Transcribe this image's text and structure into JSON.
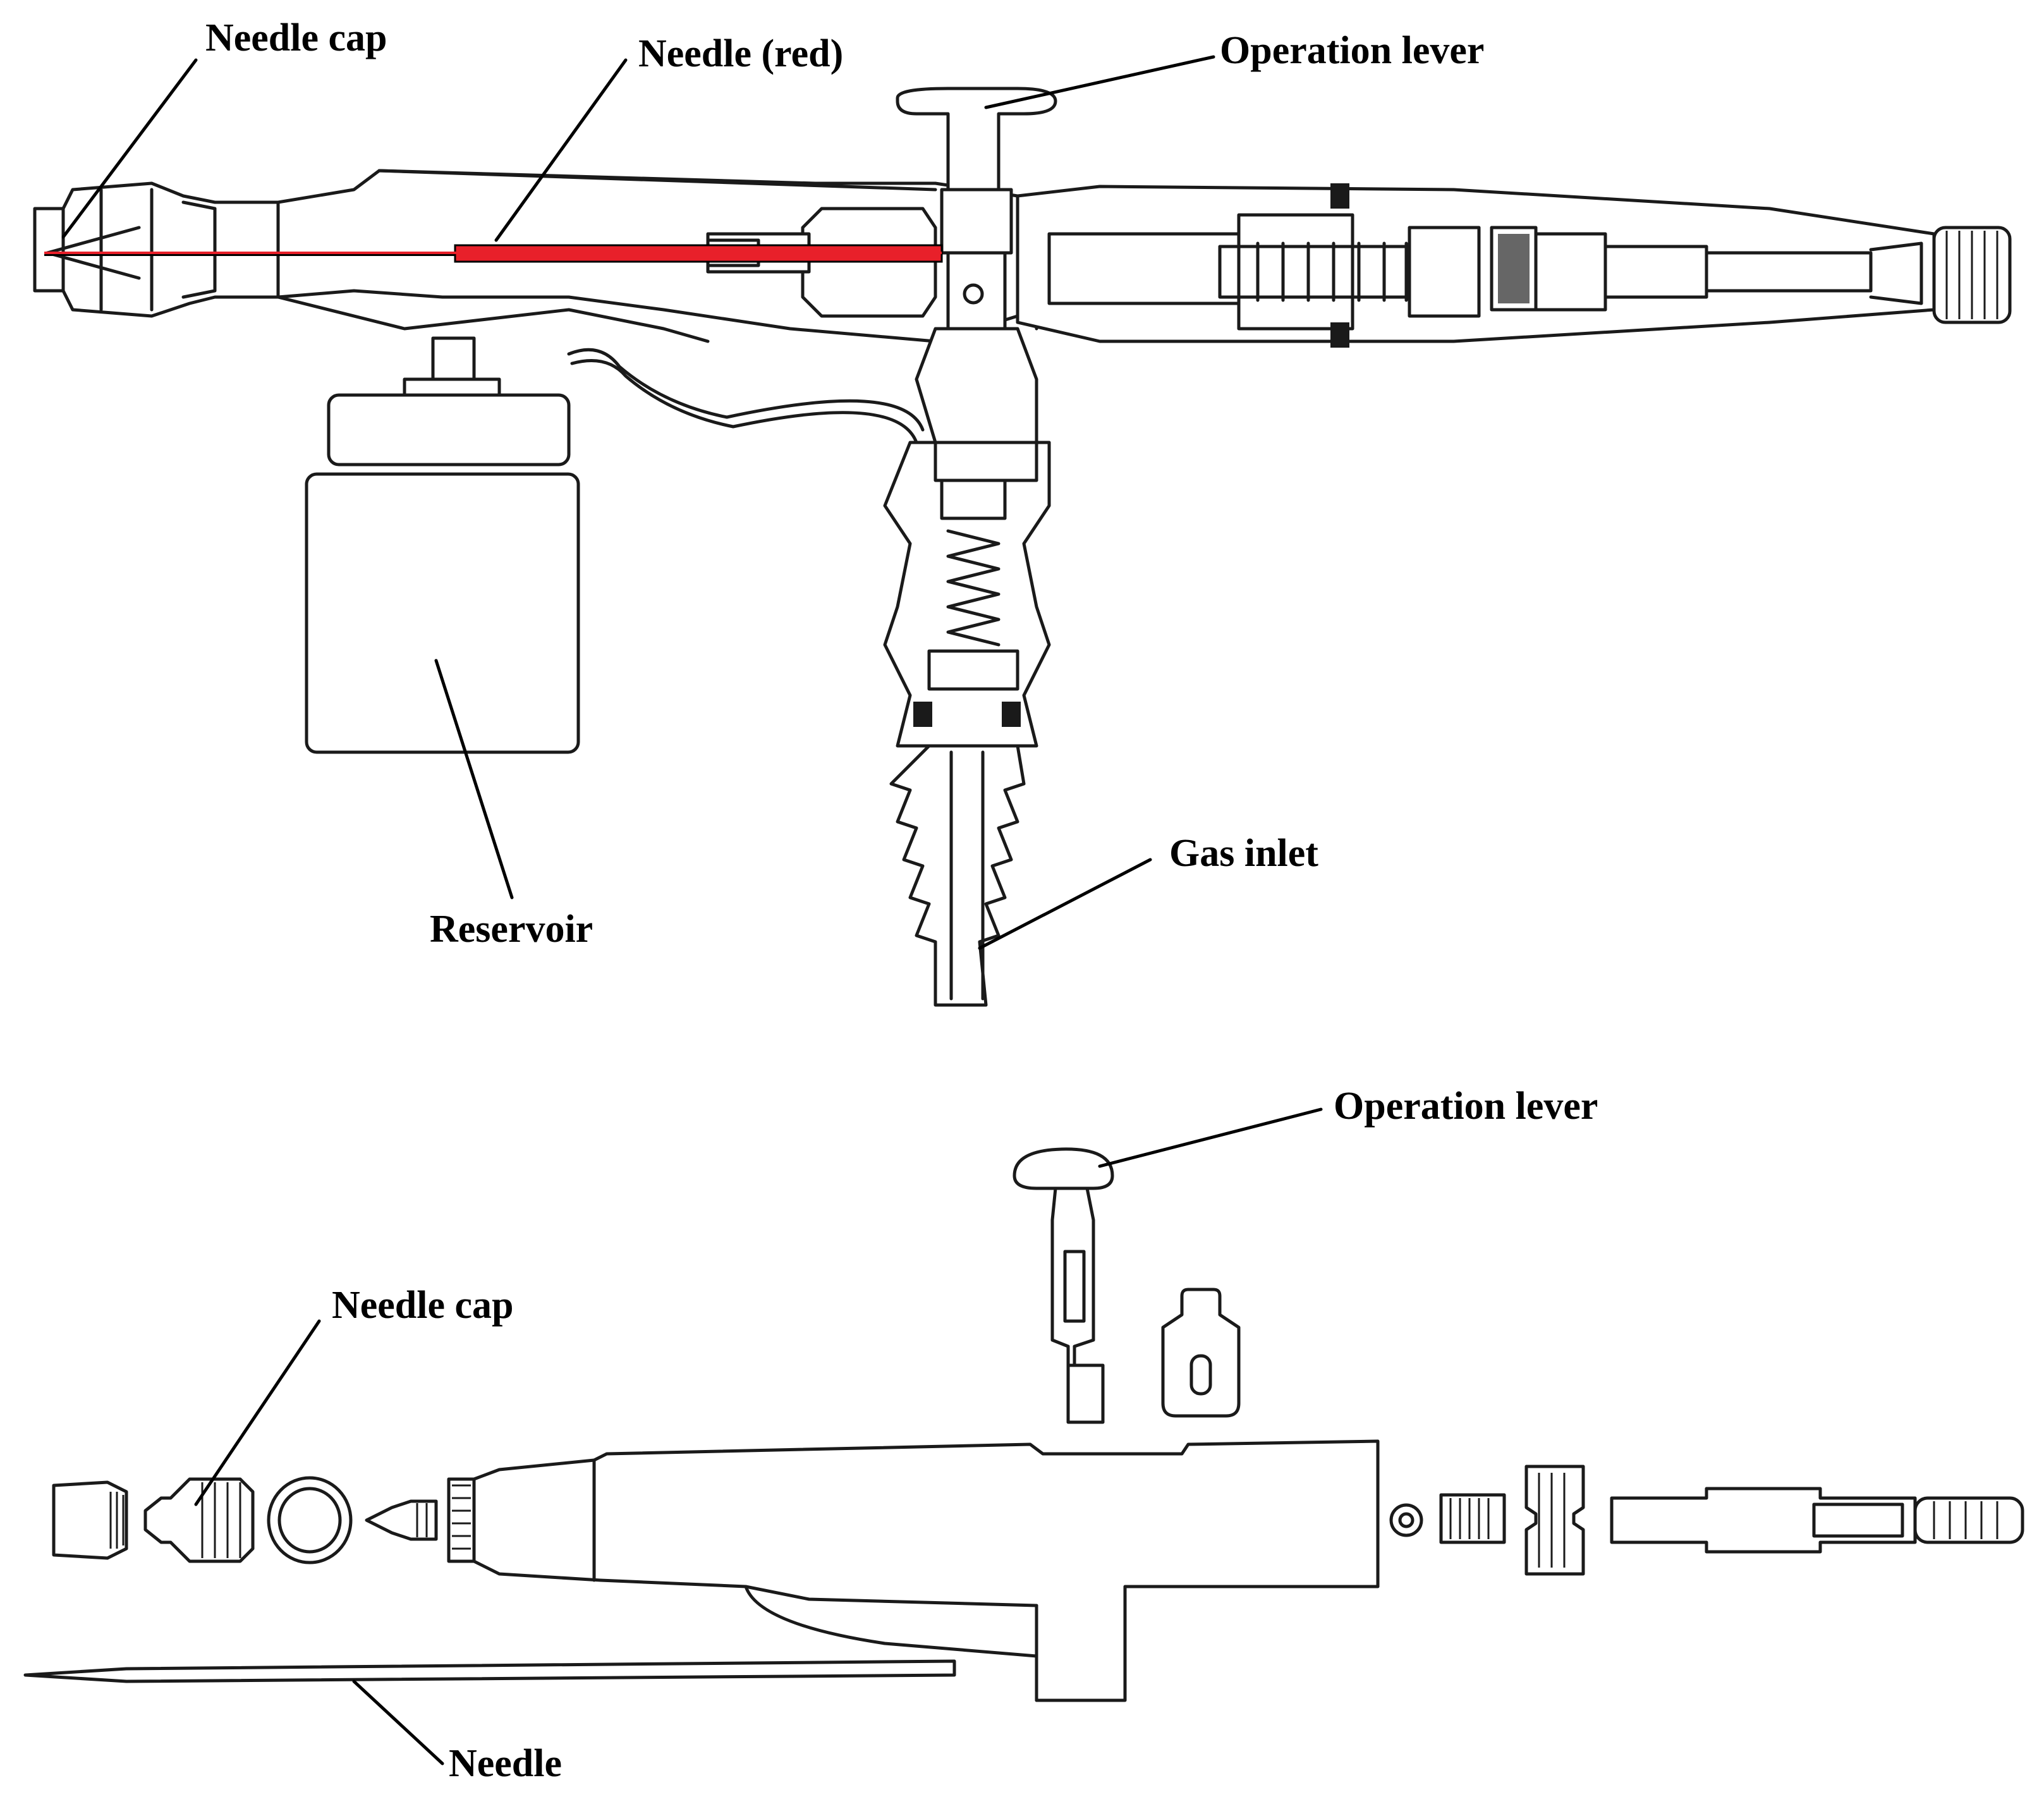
{
  "colors": {
    "line": "#1a1a1a",
    "needle_highlight": "#e8202a",
    "background": "#ffffff"
  },
  "assembled": {
    "needle_cap": "Needle cap",
    "needle_red": "Needle (red)",
    "operation_lever": "Operation lever",
    "reservoir": "Reservoir",
    "gas_inlet": "Gas inlet"
  },
  "exploded": {
    "operation_lever": "Operation lever",
    "needle_cap": "Needle cap",
    "needle": "Needle"
  }
}
